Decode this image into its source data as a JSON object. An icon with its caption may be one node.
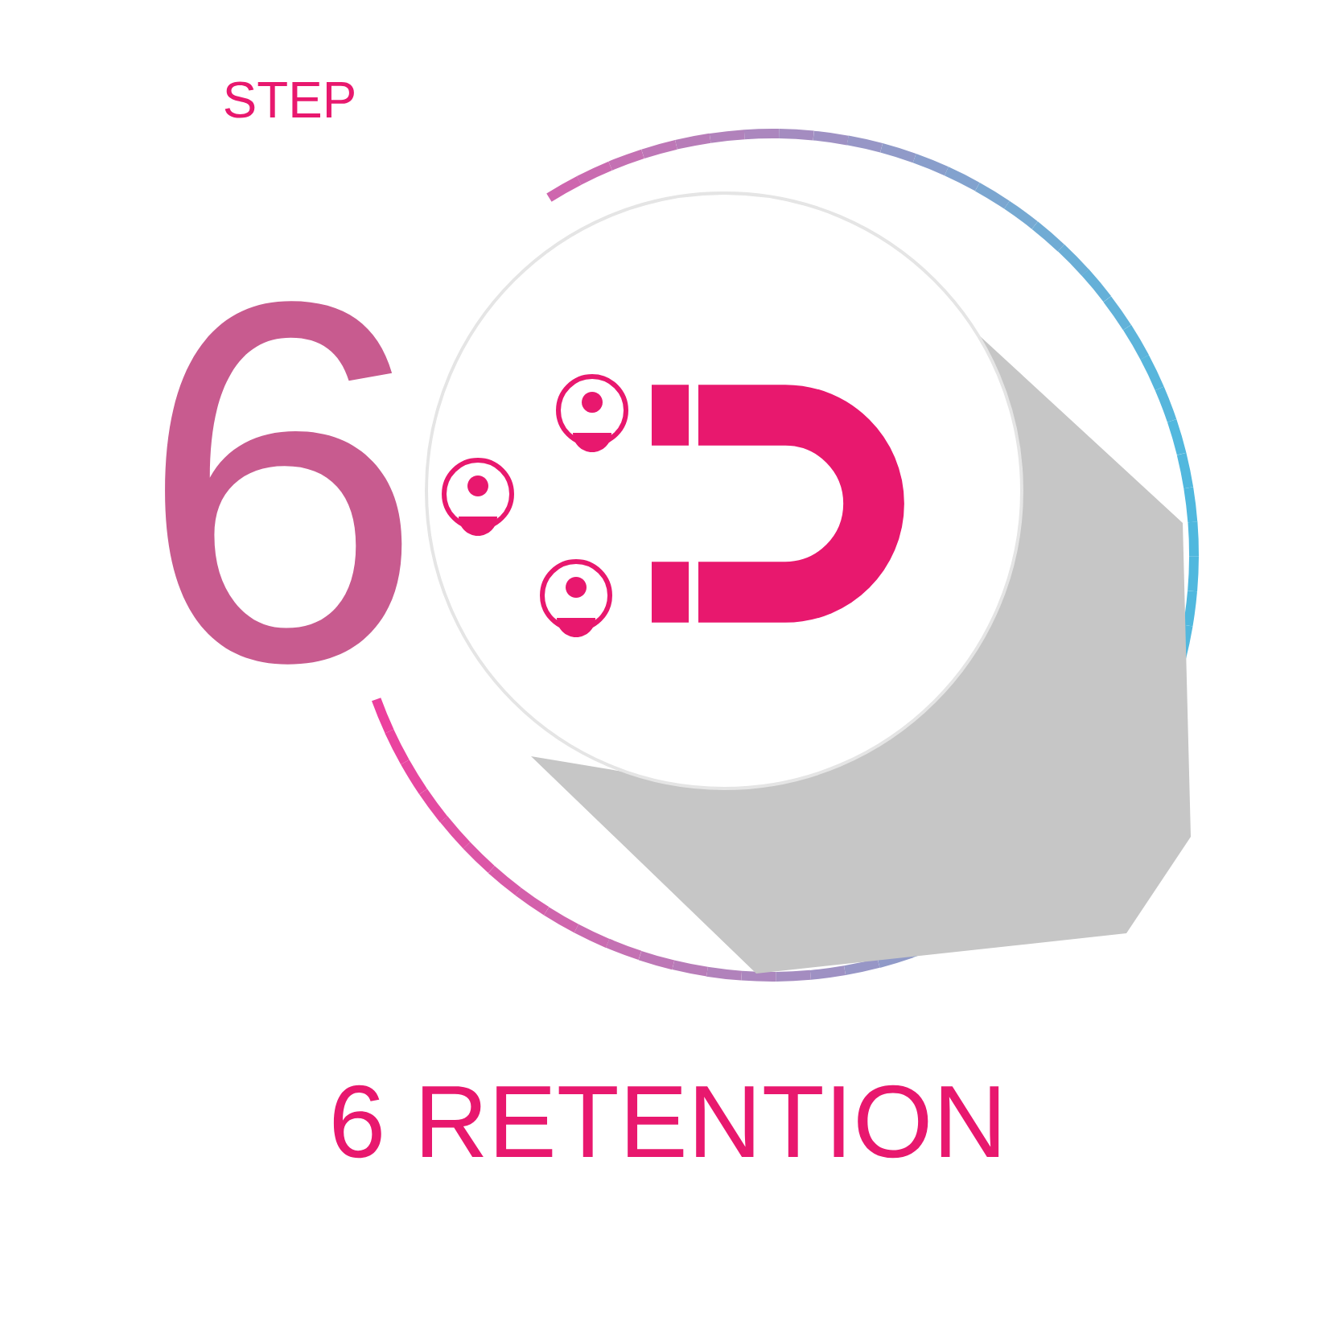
{
  "diagram": {
    "title": "6 RETENTION",
    "labels": [
      "STEP",
      "6"
    ]
  }
}
